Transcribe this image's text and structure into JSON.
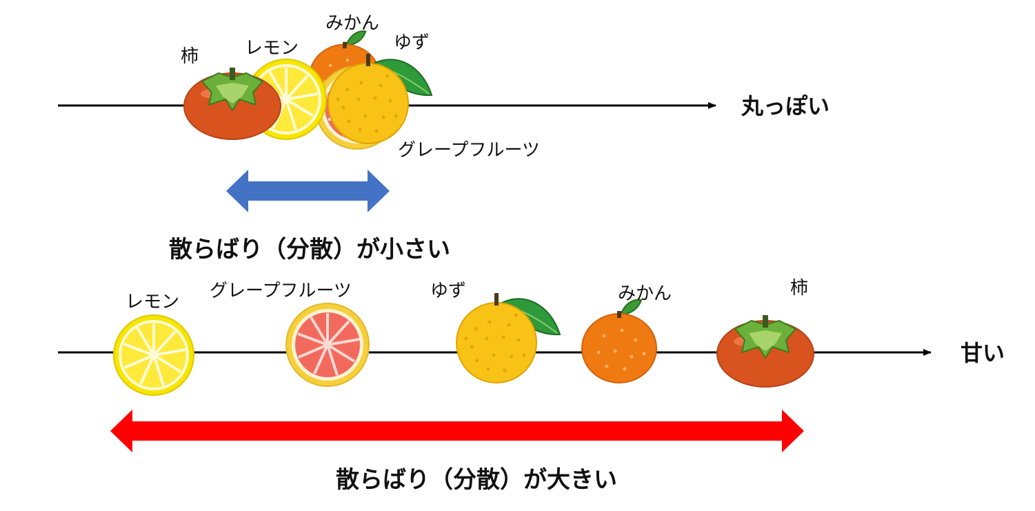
{
  "top": {
    "axis_label": "丸っぽい",
    "labels": {
      "kaki": "柿",
      "lemon": "レモン",
      "mikan": "みかん",
      "yuzu": "ゆず",
      "grapefruit": "グレープフルーツ"
    },
    "caption": "散らばり（分散）が小さい",
    "arrow_color": "#4472C4"
  },
  "bottom": {
    "axis_label": "甘い",
    "labels": {
      "lemon": "レモン",
      "grapefruit": "グレープフルーツ",
      "yuzu": "ゆず",
      "mikan": "みかん",
      "kaki": "柿"
    },
    "caption": "散らばり（分散）が大きい",
    "arrow_color": "#FF0000"
  },
  "icons": [
    "persimmon-icon",
    "lemon-icon",
    "mikan-icon",
    "yuzu-icon",
    "grapefruit-icon"
  ]
}
